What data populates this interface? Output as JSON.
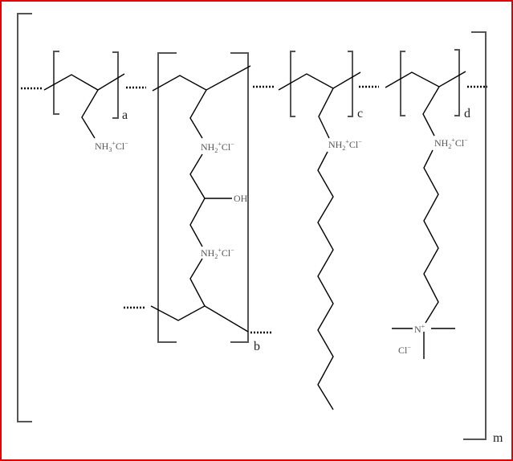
{
  "groups": {
    "a": {
      "amine": "NH",
      "h_count": "3",
      "charge": "+",
      "counterion": "Cl",
      "ion_charge": "−",
      "subscript": "a"
    },
    "b": {
      "amine1": "NH",
      "amine2": "NH",
      "h_count": "2",
      "charge": "+",
      "counterion": "Cl",
      "ion_charge": "−",
      "hydroxyl": "OH",
      "subscript": "b"
    },
    "c": {
      "amine": "NH",
      "h_count": "2",
      "charge": "+",
      "counterion": "Cl",
      "ion_charge": "−",
      "subscript": "c"
    },
    "d": {
      "amine": "NH",
      "h_count": "2",
      "charge": "+",
      "counterion": "Cl",
      "ion_charge": "−",
      "quat_n": "N",
      "quat_charge": "+",
      "quat_counterion": "Cl",
      "subscript": "d"
    }
  },
  "outer_subscript": "m"
}
